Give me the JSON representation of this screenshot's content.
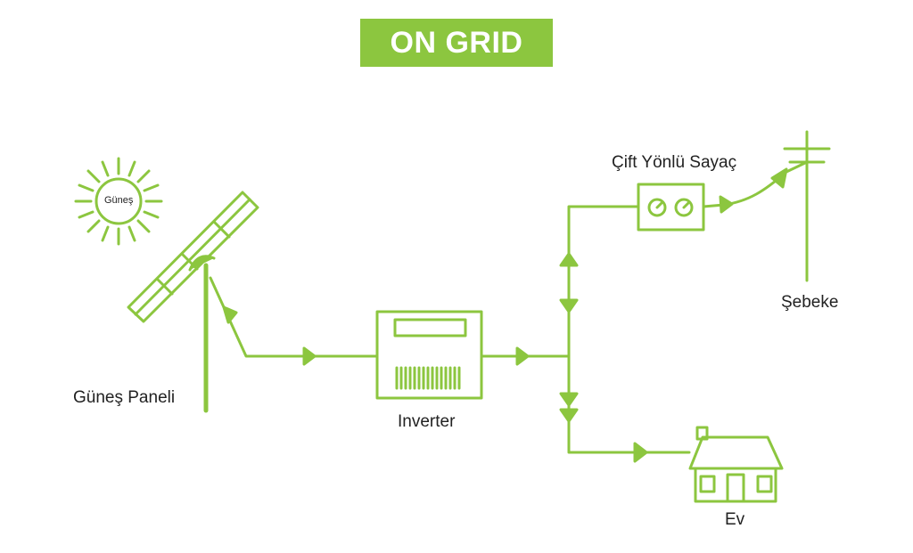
{
  "title": "ON GRID",
  "labels": {
    "sun": "Güneş",
    "solar_panel": "Güneş Paneli",
    "inverter": "Inverter",
    "meter": "Çift Yönlü Sayaç",
    "grid": "Şebeke",
    "house": "Ev"
  },
  "colors": {
    "accent": "#8cc63f",
    "text": "#222222",
    "title_text": "#ffffff",
    "background": "#ffffff"
  }
}
